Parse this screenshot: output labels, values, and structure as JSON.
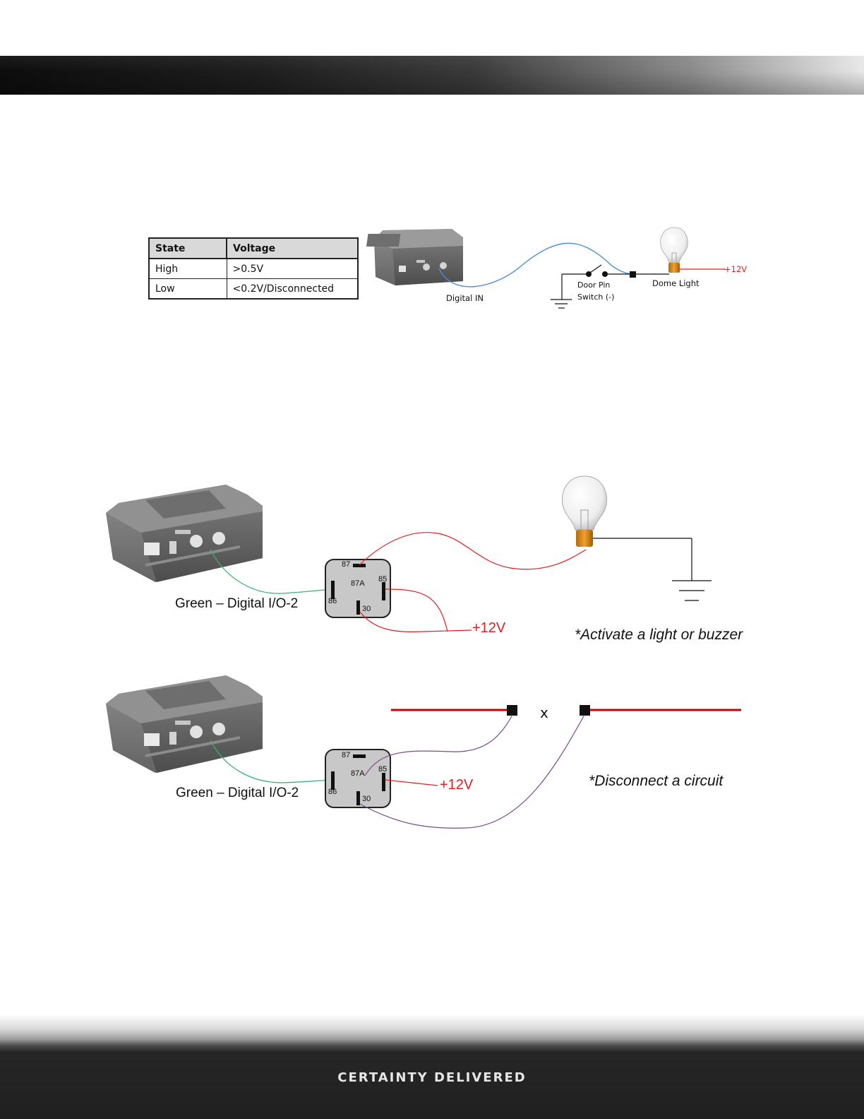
{
  "footer": {
    "tagline": "CERTAINTY DELIVERED"
  },
  "state_table": {
    "headers": [
      "State",
      "Voltage"
    ],
    "rows": [
      [
        "High",
        ">0.5V"
      ],
      [
        "Low",
        "<0.2V/Disconnected"
      ]
    ]
  },
  "diagram_top": {
    "digital_in_label": "Digital IN",
    "door_pin_label": "Door Pin",
    "switch_label": "Switch (-)",
    "dome_light_label": "Dome Light",
    "voltage_label": "+12V"
  },
  "diagram_light": {
    "wire_label": "Green – Digital I/O-2",
    "pins": [
      "87",
      "87A",
      "85",
      "86",
      "30"
    ],
    "voltage_label": "+12V",
    "caption": "*Activate a light or buzzer"
  },
  "diagram_disconnect": {
    "wire_label": "Green – Digital I/O-2",
    "pins": [
      "87",
      "87A",
      "85",
      "86",
      "30"
    ],
    "voltage_label": "+12V",
    "break_mark": "x",
    "caption": "*Disconnect a circuit"
  },
  "colors": {
    "wire_blue": "#4a90d9",
    "wire_red": "#e02020",
    "wire_green": "#3cb371",
    "wire_purple": "#7b4d8f",
    "relay_fill": "#c8c8c8"
  }
}
